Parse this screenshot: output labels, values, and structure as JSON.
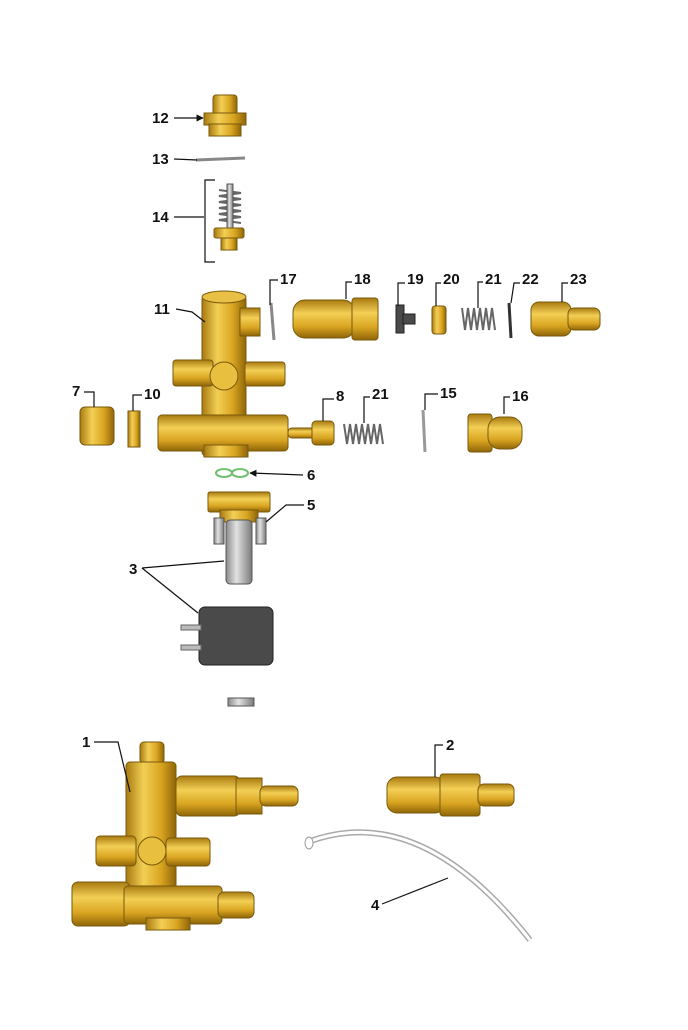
{
  "parts": [
    {
      "id": "p1",
      "label": "1"
    },
    {
      "id": "p2",
      "label": "2"
    },
    {
      "id": "p3",
      "label": "3"
    },
    {
      "id": "p4",
      "label": "4"
    },
    {
      "id": "p5",
      "label": "5"
    },
    {
      "id": "p6",
      "label": "6"
    },
    {
      "id": "p7",
      "label": "7"
    },
    {
      "id": "p8",
      "label": "8"
    },
    {
      "id": "p10",
      "label": "10"
    },
    {
      "id": "p11",
      "label": "11"
    },
    {
      "id": "p12",
      "label": "12"
    },
    {
      "id": "p13",
      "label": "13"
    },
    {
      "id": "p14",
      "label": "14"
    },
    {
      "id": "p15",
      "label": "15"
    },
    {
      "id": "p16",
      "label": "16"
    },
    {
      "id": "p17",
      "label": "17"
    },
    {
      "id": "p18",
      "label": "18"
    },
    {
      "id": "p19",
      "label": "19"
    },
    {
      "id": "p20",
      "label": "20"
    },
    {
      "id": "p21a",
      "label": "21"
    },
    {
      "id": "p21b",
      "label": "21"
    },
    {
      "id": "p22",
      "label": "22"
    },
    {
      "id": "p23",
      "label": "23"
    }
  ],
  "colors": {
    "brass": "#d9a521",
    "steel": "#b0b0b0",
    "coil": "#4a4a4a",
    "seal": "#6fbf6f"
  }
}
